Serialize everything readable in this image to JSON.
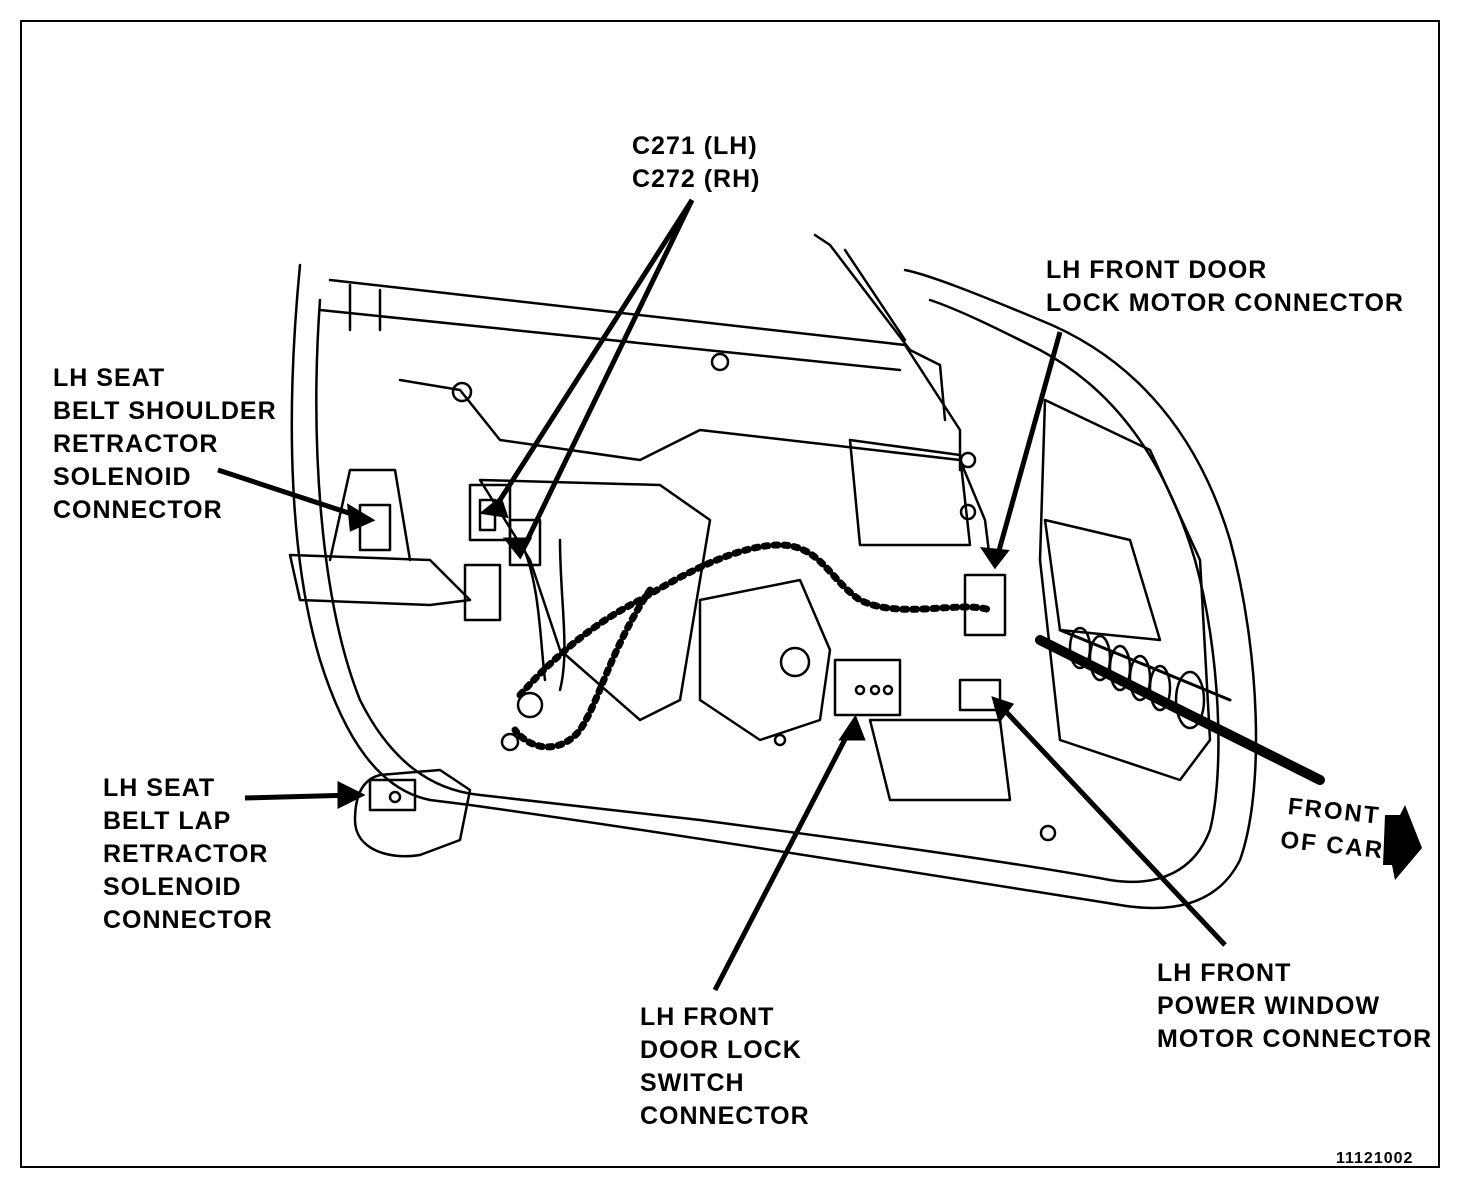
{
  "labels": {
    "c271": [
      "C271 (LH)",
      "C272 (RH)"
    ],
    "lock_motor": [
      "LH FRONT DOOR",
      "LOCK MOTOR CONNECTOR"
    ],
    "shoulder": [
      "LH SEAT",
      "BELT SHOULDER",
      "RETRACTOR",
      "SOLENOID",
      "CONNECTOR"
    ],
    "lap": [
      "LH SEAT",
      "BELT LAP",
      "RETRACTOR",
      "SOLENOID",
      "CONNECTOR"
    ],
    "lock_switch": [
      "LH FRONT",
      "DOOR LOCK",
      "SWITCH",
      "CONNECTOR"
    ],
    "window_motor": [
      "LH FRONT",
      "POWER WINDOW",
      "MOTOR CONNECTOR"
    ],
    "front_of_car": [
      "FRONT",
      "OF CAR"
    ]
  },
  "figure_code": "11121002",
  "colors": {
    "line": "#000000",
    "background": "#ffffff"
  }
}
